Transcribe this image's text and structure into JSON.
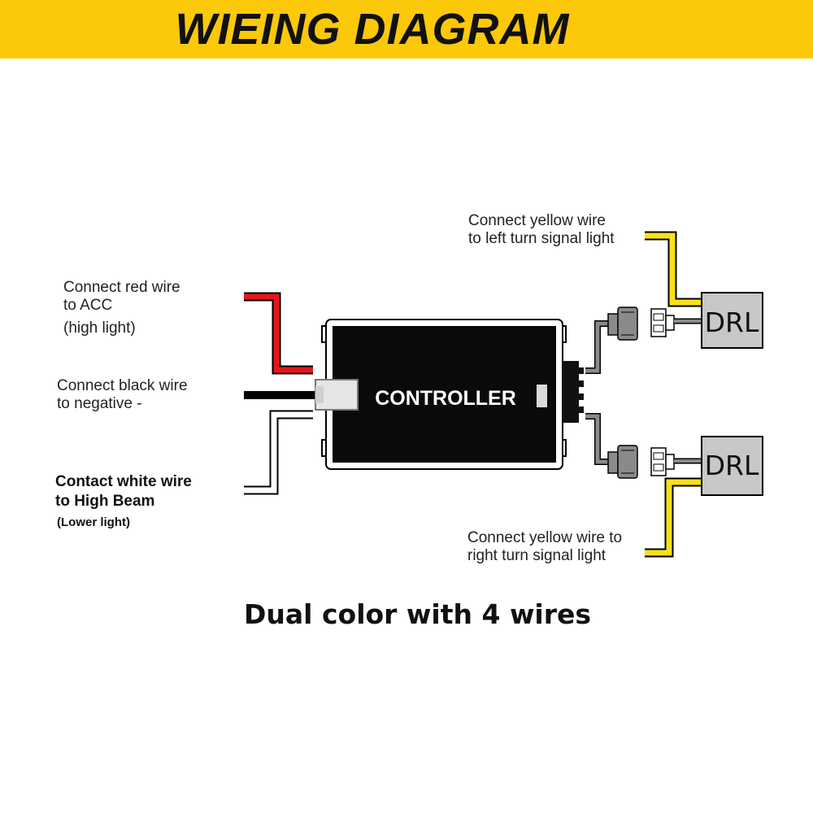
{
  "header": {
    "title": "WIEING DIAGRAM",
    "background": "#fcc80a"
  },
  "controller": {
    "label": "CONTROLLER"
  },
  "drl_top": {
    "label": "DRL"
  },
  "drl_bottom": {
    "label": "DRL"
  },
  "labels": {
    "red_line1": "Connect red wire",
    "red_line2": "to ACC",
    "red_line3": "(high light)",
    "black_line1": "Connect black wire",
    "black_line2": "to negative -",
    "white_line1": "Contact white wire",
    "white_line2": "to High Beam",
    "white_line3": "(Lower light)",
    "yellow_top_line1": "Connect yellow wire",
    "yellow_top_line2": "to left turn signal light",
    "yellow_bottom_line1": "Connect yellow wire to",
    "yellow_bottom_line2": "right turn signal light"
  },
  "caption": "Dual color with 4 wires",
  "colors": {
    "red_wire": "#e8141b",
    "black_wire": "#000000",
    "white_wire": "#ffffff",
    "yellow_wire": "#f7e11a",
    "gray_wire": "#8a8a8a",
    "drl_box": "#c8c8c8"
  }
}
